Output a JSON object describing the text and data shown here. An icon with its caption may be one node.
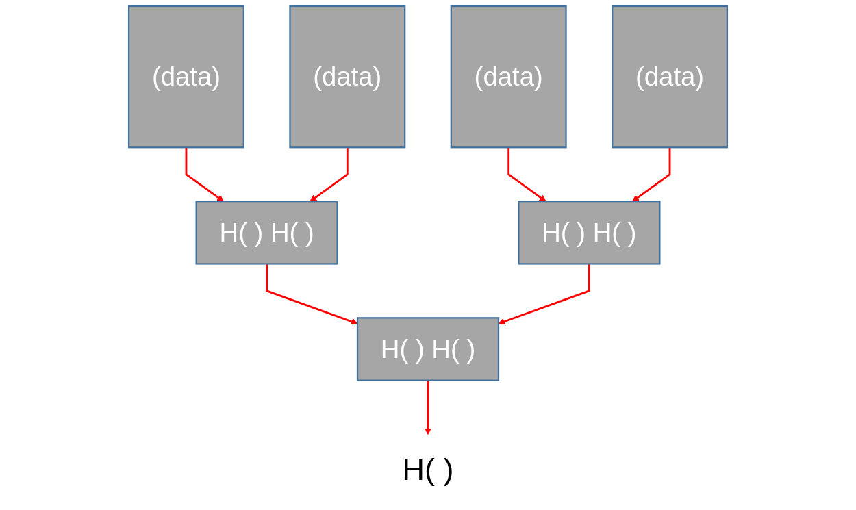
{
  "diagram": {
    "nodes": [
      {
        "text": [
          "(data)"
        ]
      },
      {
        "text": [
          "(data)"
        ]
      },
      {
        "text": [
          "(data)"
        ]
      },
      {
        "text": [
          "(data)"
        ]
      },
      {
        "text": [
          "H( ) H( )"
        ]
      },
      {
        "text": [
          "H( ) H( )"
        ]
      },
      {
        "text": [
          "H( ) H( )"
        ]
      },
      {
        "text": [
          "H( )"
        ]
      }
    ],
    "edges": [
      {
        "from": 0,
        "to": 4,
        "arrow": "to",
        "color": "#ff0000"
      },
      {
        "from": 1,
        "to": 4,
        "arrow": "to",
        "color": "#ff0000"
      },
      {
        "from": 2,
        "to": 5,
        "arrow": "to",
        "color": "#ff0000"
      },
      {
        "from": 3,
        "to": 5,
        "arrow": "to",
        "color": "#ff0000"
      },
      {
        "from": 4,
        "to": 6,
        "arrow": "to",
        "color": "#ff0000"
      },
      {
        "from": 5,
        "to": 6,
        "arrow": "to",
        "color": "#ff0000"
      },
      {
        "from": 6,
        "to": 7,
        "arrow": "to",
        "color": "#ff0000"
      }
    ]
  }
}
